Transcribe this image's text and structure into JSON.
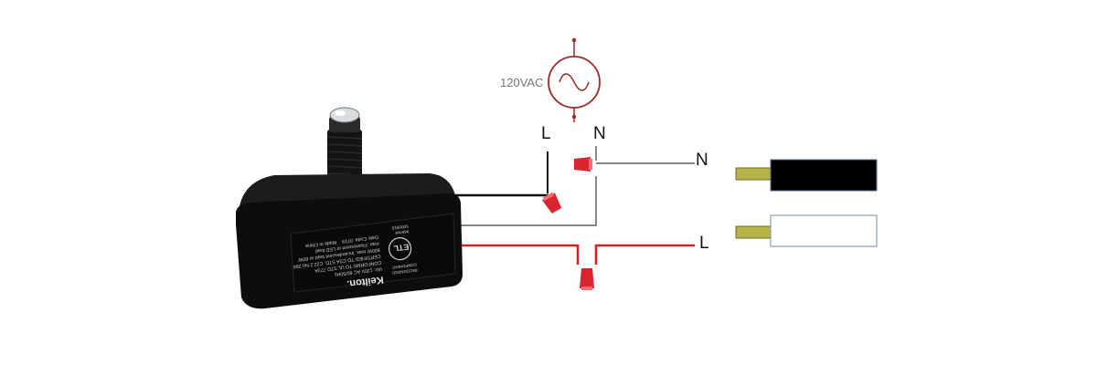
{
  "source": {
    "voltage_label": "120VAC",
    "line_label": "L",
    "neutral_label": "N"
  },
  "fixture": {
    "neutral_label": "N",
    "line_label": "L"
  },
  "device": {
    "brand": "Keilton.",
    "spec_lines": [
      "Vin: 120V AC 60/50Hz",
      "CONFORMS TO UL STD 773A",
      "CERTIFIED TO CSA STD. C22.2 No 284",
      "600W max. Incandescent load or 60W",
      "max. Fluorescent or LED load",
      "Date Code: 0719",
      "Made in China"
    ],
    "cert_mark": "ETL",
    "cert_text": [
      "Intertek",
      "5000919"
    ],
    "small_text": [
      "RECOGNIZED",
      "COMPONENT"
    ]
  },
  "colors": {
    "line_wire": "#d42027",
    "neutral_wire": "#888888",
    "hot_wire": "#111111",
    "source_circle": "#9a2a2a",
    "wire_nut": "#d8252f",
    "wire_tip": "#b5b24a",
    "fixture_black": "#000000",
    "fixture_white": "#ffffff"
  }
}
